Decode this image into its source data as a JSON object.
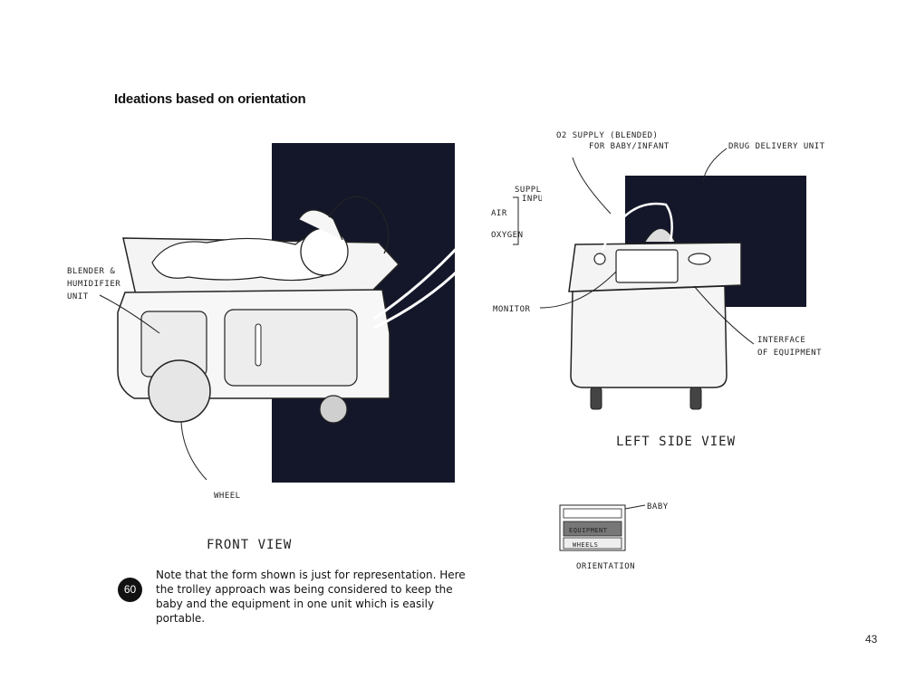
{
  "page": {
    "title": "Ideations based on orientation",
    "page_number": "43"
  },
  "front_view": {
    "label": "FRONT VIEW",
    "annotations": {
      "blender_line1": "BLENDER &",
      "blender_line2": "HUMIDIFIER",
      "blender_line3": "UNIT",
      "wheel": "WHEEL",
      "supply_line1": "SUPPLY",
      "supply_line2": "INPUT",
      "air": "AIR",
      "oxygen": "OXYGEN"
    }
  },
  "side_view": {
    "label": "LEFT SIDE VIEW",
    "annotations": {
      "o2_line1": "O2 SUPPLY (BLENDED)",
      "o2_line2": "FOR BABY/INFANT",
      "drug": "DRUG DELIVERY UNIT",
      "monitor": "MONITOR",
      "interface_line1": "INTERFACE",
      "interface_line2": "OF EQUIPMENT"
    }
  },
  "orientation_diagram": {
    "baby": "BABY",
    "equipment": "EQUIPMENT",
    "wheels": "WHEELS",
    "label": "ORIENTATION"
  },
  "note": {
    "number": "60",
    "text": "Note that the form shown is just for representation. Here the trolley approach was being considered to keep the baby and the equipment in one unit which is easily portable."
  }
}
